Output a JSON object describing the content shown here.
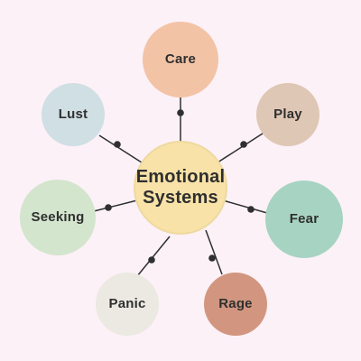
{
  "center": {
    "label": "Emotional\nSystems",
    "color": "#f8e2a8"
  },
  "colors": {
    "connector": "#2f2f2f",
    "background": "#fcf1f7"
  },
  "nodes": [
    {
      "id": "care",
      "label": "Care",
      "color": "#f3c3a6"
    },
    {
      "id": "play",
      "label": "Play",
      "color": "#dfc7b5"
    },
    {
      "id": "fear",
      "label": "Fear",
      "color": "#a7d3c2"
    },
    {
      "id": "rage",
      "label": "Rage",
      "color": "#d29680"
    },
    {
      "id": "panic",
      "label": "Panic",
      "color": "#ebe9e2"
    },
    {
      "id": "seeking",
      "label": "Seeking",
      "color": "#d3e5cd"
    },
    {
      "id": "lust",
      "label": "Lust",
      "color": "#cfdfe3"
    }
  ]
}
